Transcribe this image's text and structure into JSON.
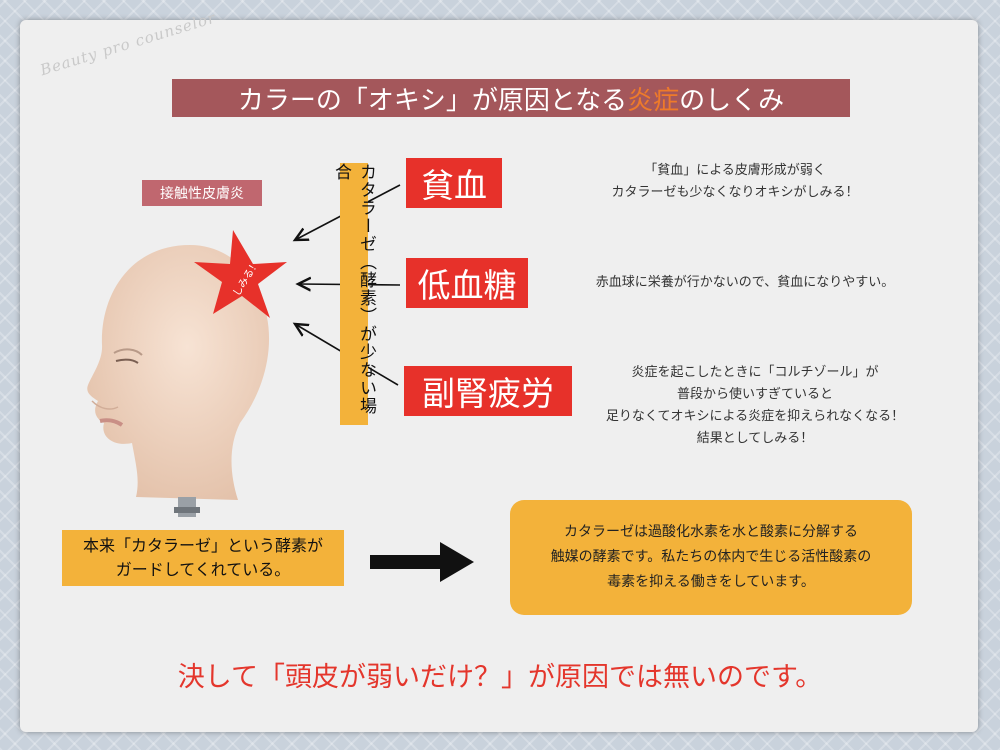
{
  "brand": "Beauty pro counselor",
  "title": {
    "prefix": "カラーの「オキシ」が原因となる",
    "highlight": "炎症",
    "suffix": "のしくみ"
  },
  "tag": "接触性皮膚炎",
  "star_label": "しみる！",
  "vertical_label": "カタラーゼ（酵素）が少ない場合",
  "causes": [
    {
      "label": "貧血",
      "desc": [
        "「貧血」による皮膚形成が弱く",
        "カタラーゼも少なくなりオキシがしみる！"
      ]
    },
    {
      "label": "低血糖",
      "desc": [
        "赤血球に栄養が行かないので、貧血になりやすい。"
      ]
    },
    {
      "label": "副腎疲労",
      "desc": [
        "炎症を起こしたときに「コルチゾール」が",
        "普段から使いすぎていると",
        "足りなくてオキシによる炎症を抑えられなくなる！",
        "結果としてしみる！"
      ]
    }
  ],
  "enzyme_note": [
    "本来「カタラーゼ」という酵素が",
    "ガードしてくれている。"
  ],
  "explanation": [
    "カタラーゼは過酸化水素を水と酸素に分解する",
    "触媒の酵素です。私たちの体内で生じる活性酸素の",
    "毒素を抑える働きをしています。"
  ],
  "conclusion": "決して「頭皮が弱いだけ？」が原因では無いのです。",
  "colors": {
    "title_bg": "#a4575b",
    "highlight": "#ee7a2a",
    "cause_bg": "#e7312a",
    "accent_orange": "#f3b23a",
    "conclusion": "#e4362c",
    "tag_bg": "#c0676f"
  }
}
